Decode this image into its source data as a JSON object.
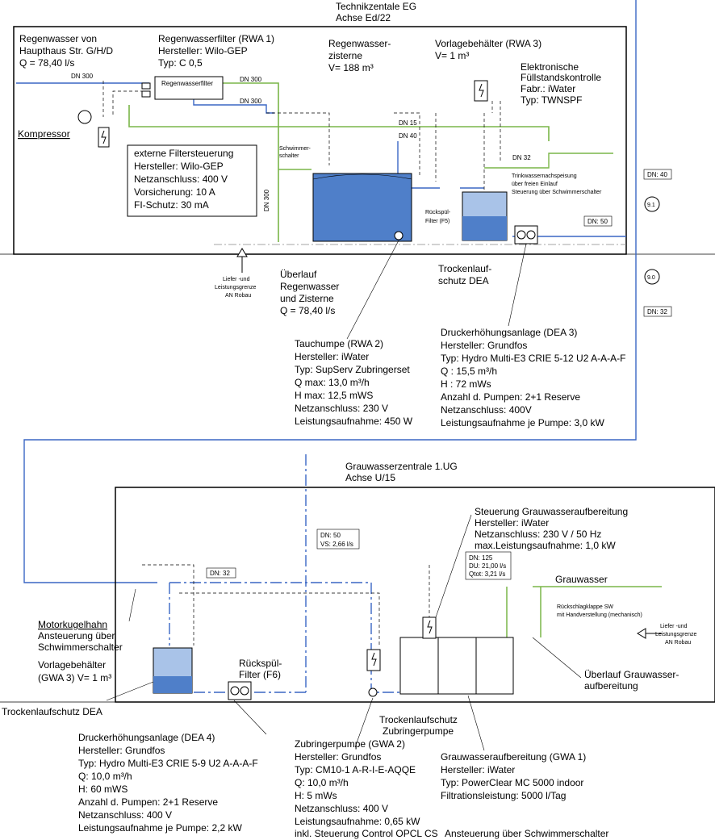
{
  "colors": {
    "water_blue": "#3a66c4",
    "tank_blue": "#4f7fc9",
    "tank_light": "#a9c3e8",
    "green_pipe": "#7ab648",
    "frame": "#000000"
  },
  "top": {
    "zone_title": [
      "Technikzentale EG",
      "Achse Ed/22"
    ],
    "rainwater_source": [
      "Regenwasser von",
      "Haupthaus Str. G/H/D",
      "Q = 78,40 l/s"
    ],
    "rwa1": [
      "Regenwasserfilter (RWA 1)",
      "Hersteller: Wilo-GEP",
      "Typ: C 0,5"
    ],
    "cistern": [
      "Regenwasser-",
      "zisterne",
      "V= 188 m³"
    ],
    "rwa3": [
      "Vorlagebehälter (RWA 3)",
      "V= 1 m³"
    ],
    "level_control": [
      "Elektronische",
      "Füllstandskontrolle",
      "Fabr.: iWater",
      "Typ: TWNSPF"
    ],
    "filter_box_label": "Regenwasserfilter",
    "pipe_labels": {
      "dn300_a": "DN 300",
      "dn300_b": "DN 300",
      "dn300_c": "DN 300",
      "dn300_vertical": "DN 300",
      "dn15": "DN 15",
      "dn40": "DN 40",
      "dn32": "DN 32"
    },
    "compressor": "Kompressor",
    "ext_filter": [
      "externe Filtersteuerung",
      "Hersteller: Wilo-GEP",
      "Netzanschluss: 400 V",
      "Vorsicherung: 10 A",
      "FI-Schutz: 30 mA"
    ],
    "float_switch": [
      "Schwimmer-",
      "schalter"
    ],
    "drinking_water": [
      "Trinkwassernachspeisung",
      "über freien Einlauf",
      "Steuerung über Schwimmerschalter"
    ],
    "backwash_filter_f5": [
      "Rückspül-",
      "Filter (F5)"
    ],
    "tag_dn40": "DN: 40",
    "tag_dn50": "DN: 50",
    "tag_dn32": "DN: 32",
    "circle_91": "9.1",
    "circle_90": "9.0",
    "delivery_limit": [
      "Liefer -und",
      "Leistungsgrenze",
      "AN Robau"
    ],
    "overflow": [
      "Überlauf",
      "Regenwasser",
      "und Zisterne",
      "Q = 78,40 l/s"
    ],
    "dry_run": [
      "Trockenlauf-",
      "schutz DEA"
    ],
    "rwa2": [
      "Tauchumpe (RWA 2)",
      "Hersteller: iWater",
      "Typ: SupServ Zubringerset",
      "Q max: 13,0 m³/h",
      "H max: 12,5 mWS",
      "Netzanschluss: 230 V",
      "Leistungsaufnahme: 450 W"
    ],
    "dea3": [
      "Druckerhöhungsanlage (DEA 3)",
      "Hersteller: Grundfos",
      "Typ: Hydro Multi-E3 CRIE 5-12 U2 A-A-A-F",
      "Q : 15,5 m³/h",
      "H :   72 mWs",
      "Anzahl d. Pumpen: 2+1 Reserve",
      "Netzanschluss: 400V",
      "Leistungsaufnahme je Pumpe: 3,0 kW"
    ]
  },
  "bottom": {
    "zone_title": [
      "Grauwasserzentrale 1.UG",
      "Achse U/15"
    ],
    "control": [
      "Steuerung Grauwasseraufbereitung",
      "Hersteller: iWater",
      "Netzanschluss: 230 V / 50 Hz",
      "max.Leistungsaufnahme: 1,0 kW"
    ],
    "tag_dn50_vs": [
      "DN: 50",
      "VS: 2,66 l/s"
    ],
    "tag_dn125": [
      "DN: 125",
      "DU: 21,00 l/s",
      "Qtot: 3,21 l/s"
    ],
    "tag_dn32": "DN: 32",
    "greywater": "Grauwasser",
    "check_valve": [
      "Rückschlagklappe SW",
      "mit Handverstellung (mechanisch)"
    ],
    "delivery_limit": [
      "Liefer -und",
      "Leistungsgrenze",
      "AN Robau"
    ],
    "motor_valve": [
      "Motorkugelhahn",
      "Ansteuerung über",
      "Schwimmerschalter"
    ],
    "gwa3": [
      "Vorlagebehälter",
      "(GWA 3) V= 1 m³"
    ],
    "backwash_filter_f6": [
      "Rückspül-",
      "Filter (F6)"
    ],
    "overflow": [
      "Überlauf Grauwasser-",
      "aufbereitung"
    ],
    "dry_run_dea": "Trockenlaufschutz DEA",
    "dry_run_pump": [
      "Trockenlaufschutz",
      "Zubringerpumpe"
    ],
    "dea4": [
      "Druckerhöhungsanlage (DEA 4)",
      "Hersteller: Grundfos",
      "Typ: Hydro Multi-E3 CRIE 5-9 U2  A-A-A-F",
      "Q: 10,0 m³/h",
      "H:  60 mWS",
      "Anzahl d. Pumpen: 2+1 Reserve",
      "Netzanschluss: 400 V",
      "Leistungsaufnahme je Pumpe:  2,2 kW"
    ],
    "gwa2": [
      "Zubringerpumpe (GWA 2)",
      "Hersteller: Grundfos",
      "Typ: CM10-1 A-R-I-E-AQQE",
      "Q: 10,0 m³/h",
      "H:    5 mWs",
      "Netzanschluss: 400 V",
      "Leistungsaufnahme: 0,65 kW",
      "inkl. Steuerung Control OPCL CS"
    ],
    "gwa2_float": "Ansteuerung über Schwimmerschalter",
    "gwa1": [
      "Grauwasseraufbereitung (GWA 1)",
      "Hersteller: iWater",
      "Typ: PowerClear MC 5000 indoor",
      "Filtrationsleistung: 5000 l/Tag"
    ]
  }
}
